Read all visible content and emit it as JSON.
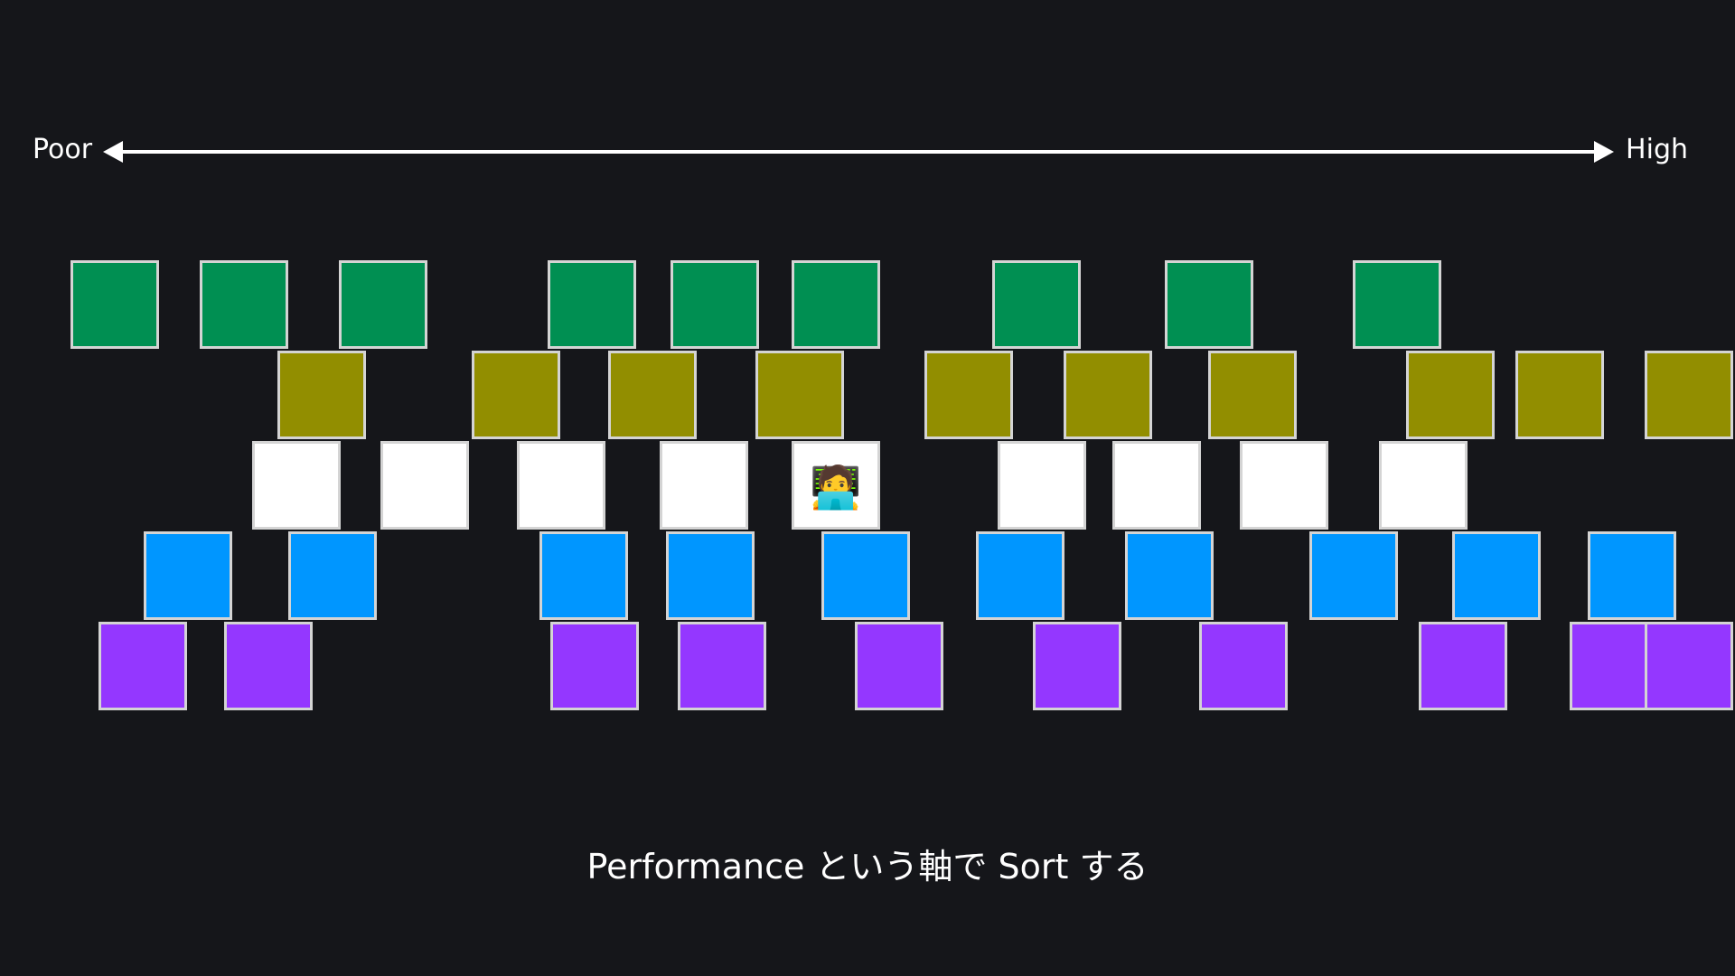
{
  "axis": {
    "left_label": "Poor",
    "right_label": "High",
    "line_color": "#ffffff"
  },
  "caption": "Performance という軸で Sort する",
  "colors": {
    "background": "#15161a",
    "border": "#d4d4d4",
    "green": "#008f52",
    "olive": "#928e00",
    "white": "#ffffff",
    "blue": "#0096ff",
    "purple": "#9437ff"
  },
  "rows": [
    {
      "name": "green",
      "color": "#008f52",
      "count": 9
    },
    {
      "name": "olive",
      "color": "#928e00",
      "count": 10
    },
    {
      "name": "white",
      "color": "#ffffff",
      "count": 9,
      "highlight_icon": "technologist-emoji",
      "highlight_glyph": "🧑‍💻",
      "highlight_index": 4
    },
    {
      "name": "blue",
      "color": "#0096ff",
      "count": 10
    },
    {
      "name": "purple",
      "color": "#9437ff",
      "count": 10
    }
  ]
}
